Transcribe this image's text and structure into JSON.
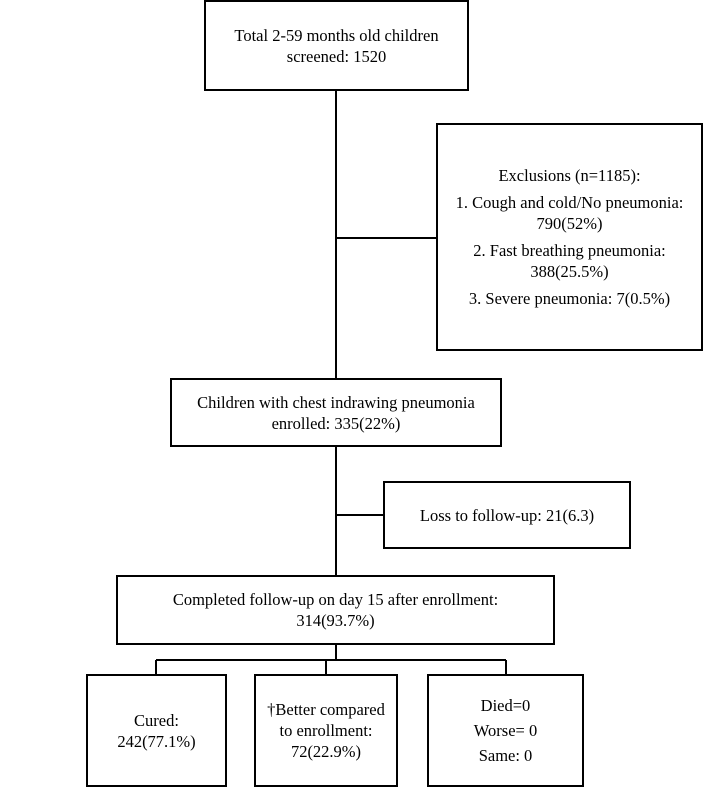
{
  "flowchart": {
    "screened": {
      "line1": "Total 2-59 months old children",
      "line2": "screened: 1520"
    },
    "exclusions": {
      "title": "Exclusions (n=1185):",
      "item1_line1": "1. Cough and cold/No pneumonia:",
      "item1_line2": "790(52%)",
      "item2_line1": "2. Fast breathing pneumonia:",
      "item2_line2": "388(25.5%)",
      "item3": "3. Severe pneumonia: 7(0.5%)"
    },
    "enrolled": {
      "line1": "Children with chest indrawing pneumonia",
      "line2": "enrolled: 335(22%)"
    },
    "loss": {
      "text": "Loss to follow-up: 21(6.3)"
    },
    "completed": {
      "line1": "Completed follow-up on day 15 after enrollment:",
      "line2": "314(93.7%)"
    },
    "cured": {
      "line1": "Cured:",
      "line2": "242(77.1%)"
    },
    "better": {
      "line1": "†Better compared",
      "line2": "to enrollment:",
      "line3": "72(22.9%)"
    },
    "outcomes": {
      "died": "Died=0",
      "worse": "Worse= 0",
      "same": "Same: 0"
    }
  }
}
